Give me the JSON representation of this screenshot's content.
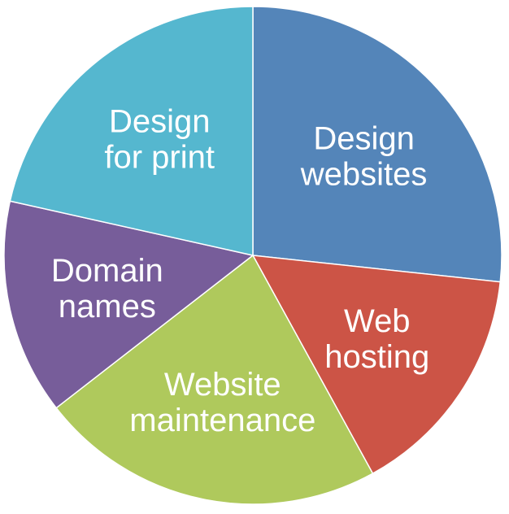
{
  "chart_data": {
    "type": "pie",
    "title": "",
    "start_angle_deg": 0,
    "direction": "clockwise",
    "slices": [
      {
        "label": "Design websites",
        "label_lines": [
          "Design",
          "websites"
        ],
        "value": 26.7,
        "color": "#5485b9"
      },
      {
        "label": "Web hosting",
        "label_lines": [
          "Web",
          "hosting"
        ],
        "value": 15.3,
        "color": "#cc5446"
      },
      {
        "label": "Website maintenance",
        "label_lines": [
          "Website",
          "maintenance"
        ],
        "value": 22.5,
        "color": "#afc95c"
      },
      {
        "label": "Domain names",
        "label_lines": [
          "Domain",
          "names"
        ],
        "value": 14.0,
        "color": "#775d9a"
      },
      {
        "label": "Design for print",
        "label_lines": [
          "Design",
          "for print"
        ],
        "value": 21.5,
        "color": "#55b7cf"
      }
    ],
    "legend": "none"
  }
}
